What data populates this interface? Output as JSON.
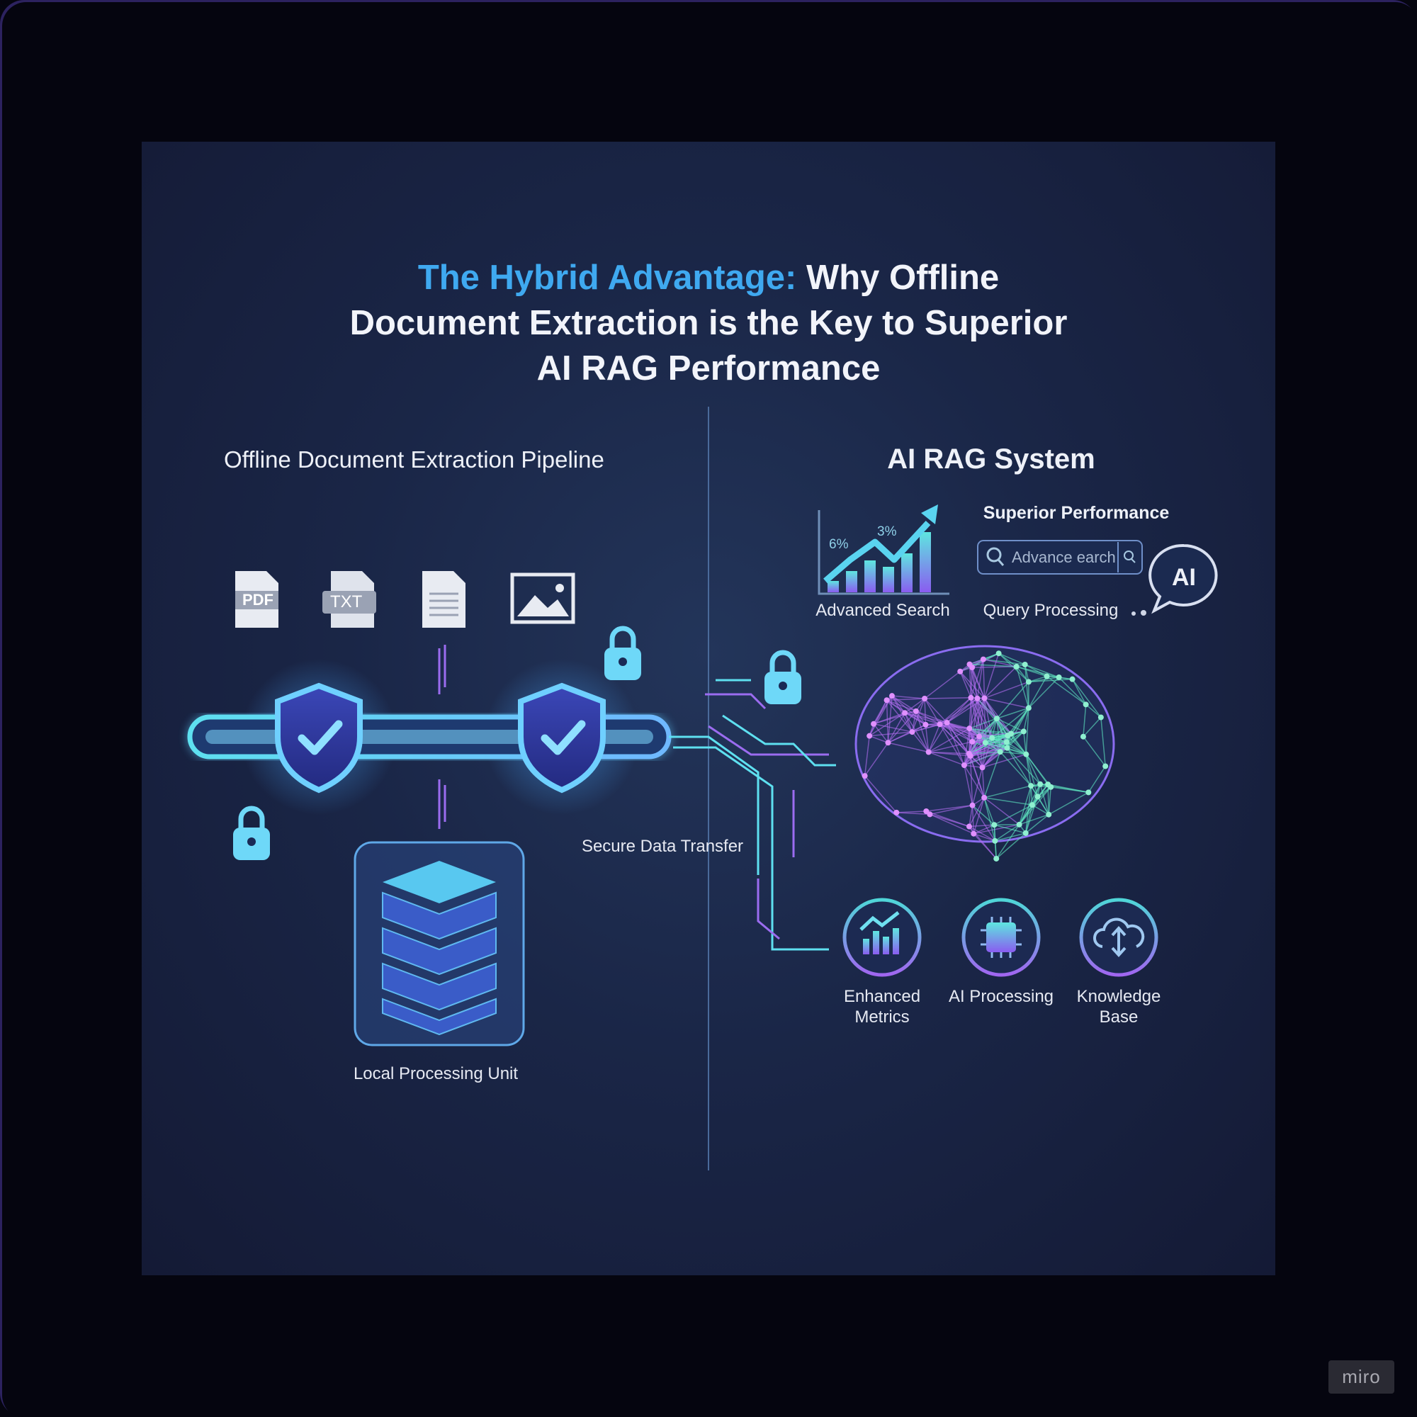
{
  "title": {
    "accent": "The Hybrid Advantage:",
    "rest_line1": " Why Offline",
    "line2": "Document Extraction is the Key to Superior",
    "line3": "AI RAG Performance"
  },
  "left": {
    "heading": "Offline Document Extraction Pipeline",
    "documents": [
      {
        "icon": "pdf-file-icon",
        "label": "PDF"
      },
      {
        "icon": "txt-file-icon",
        "label": "TXT"
      },
      {
        "icon": "document-icon"
      },
      {
        "icon": "image-file-icon"
      }
    ],
    "server_label": "Local Processing Unit",
    "transfer_label": "Secure Data Transfer"
  },
  "right": {
    "heading": "AI RAG System",
    "chart": {
      "labels": [
        "6%",
        "3%"
      ],
      "caption": "Advanced Search"
    },
    "superior": "Superior Performance",
    "search_placeholder": "Advance earch",
    "query": "Query Processing",
    "ai_bubble": "AI",
    "features": [
      {
        "line1": "Enhanced",
        "line2": "Metrics",
        "icon": "growth-chart-icon"
      },
      {
        "line1": "AI Processing",
        "line2": "",
        "icon": "ai-chip-icon"
      },
      {
        "line1": "Knowledge",
        "line2": "Base",
        "icon": "cloud-sync-icon"
      }
    ]
  },
  "watermark": "miro",
  "colors": {
    "accent_blue": "#3fa9f0",
    "cyan": "#5ee0f0",
    "purple": "#9b6cf0",
    "background": "#05050f"
  }
}
